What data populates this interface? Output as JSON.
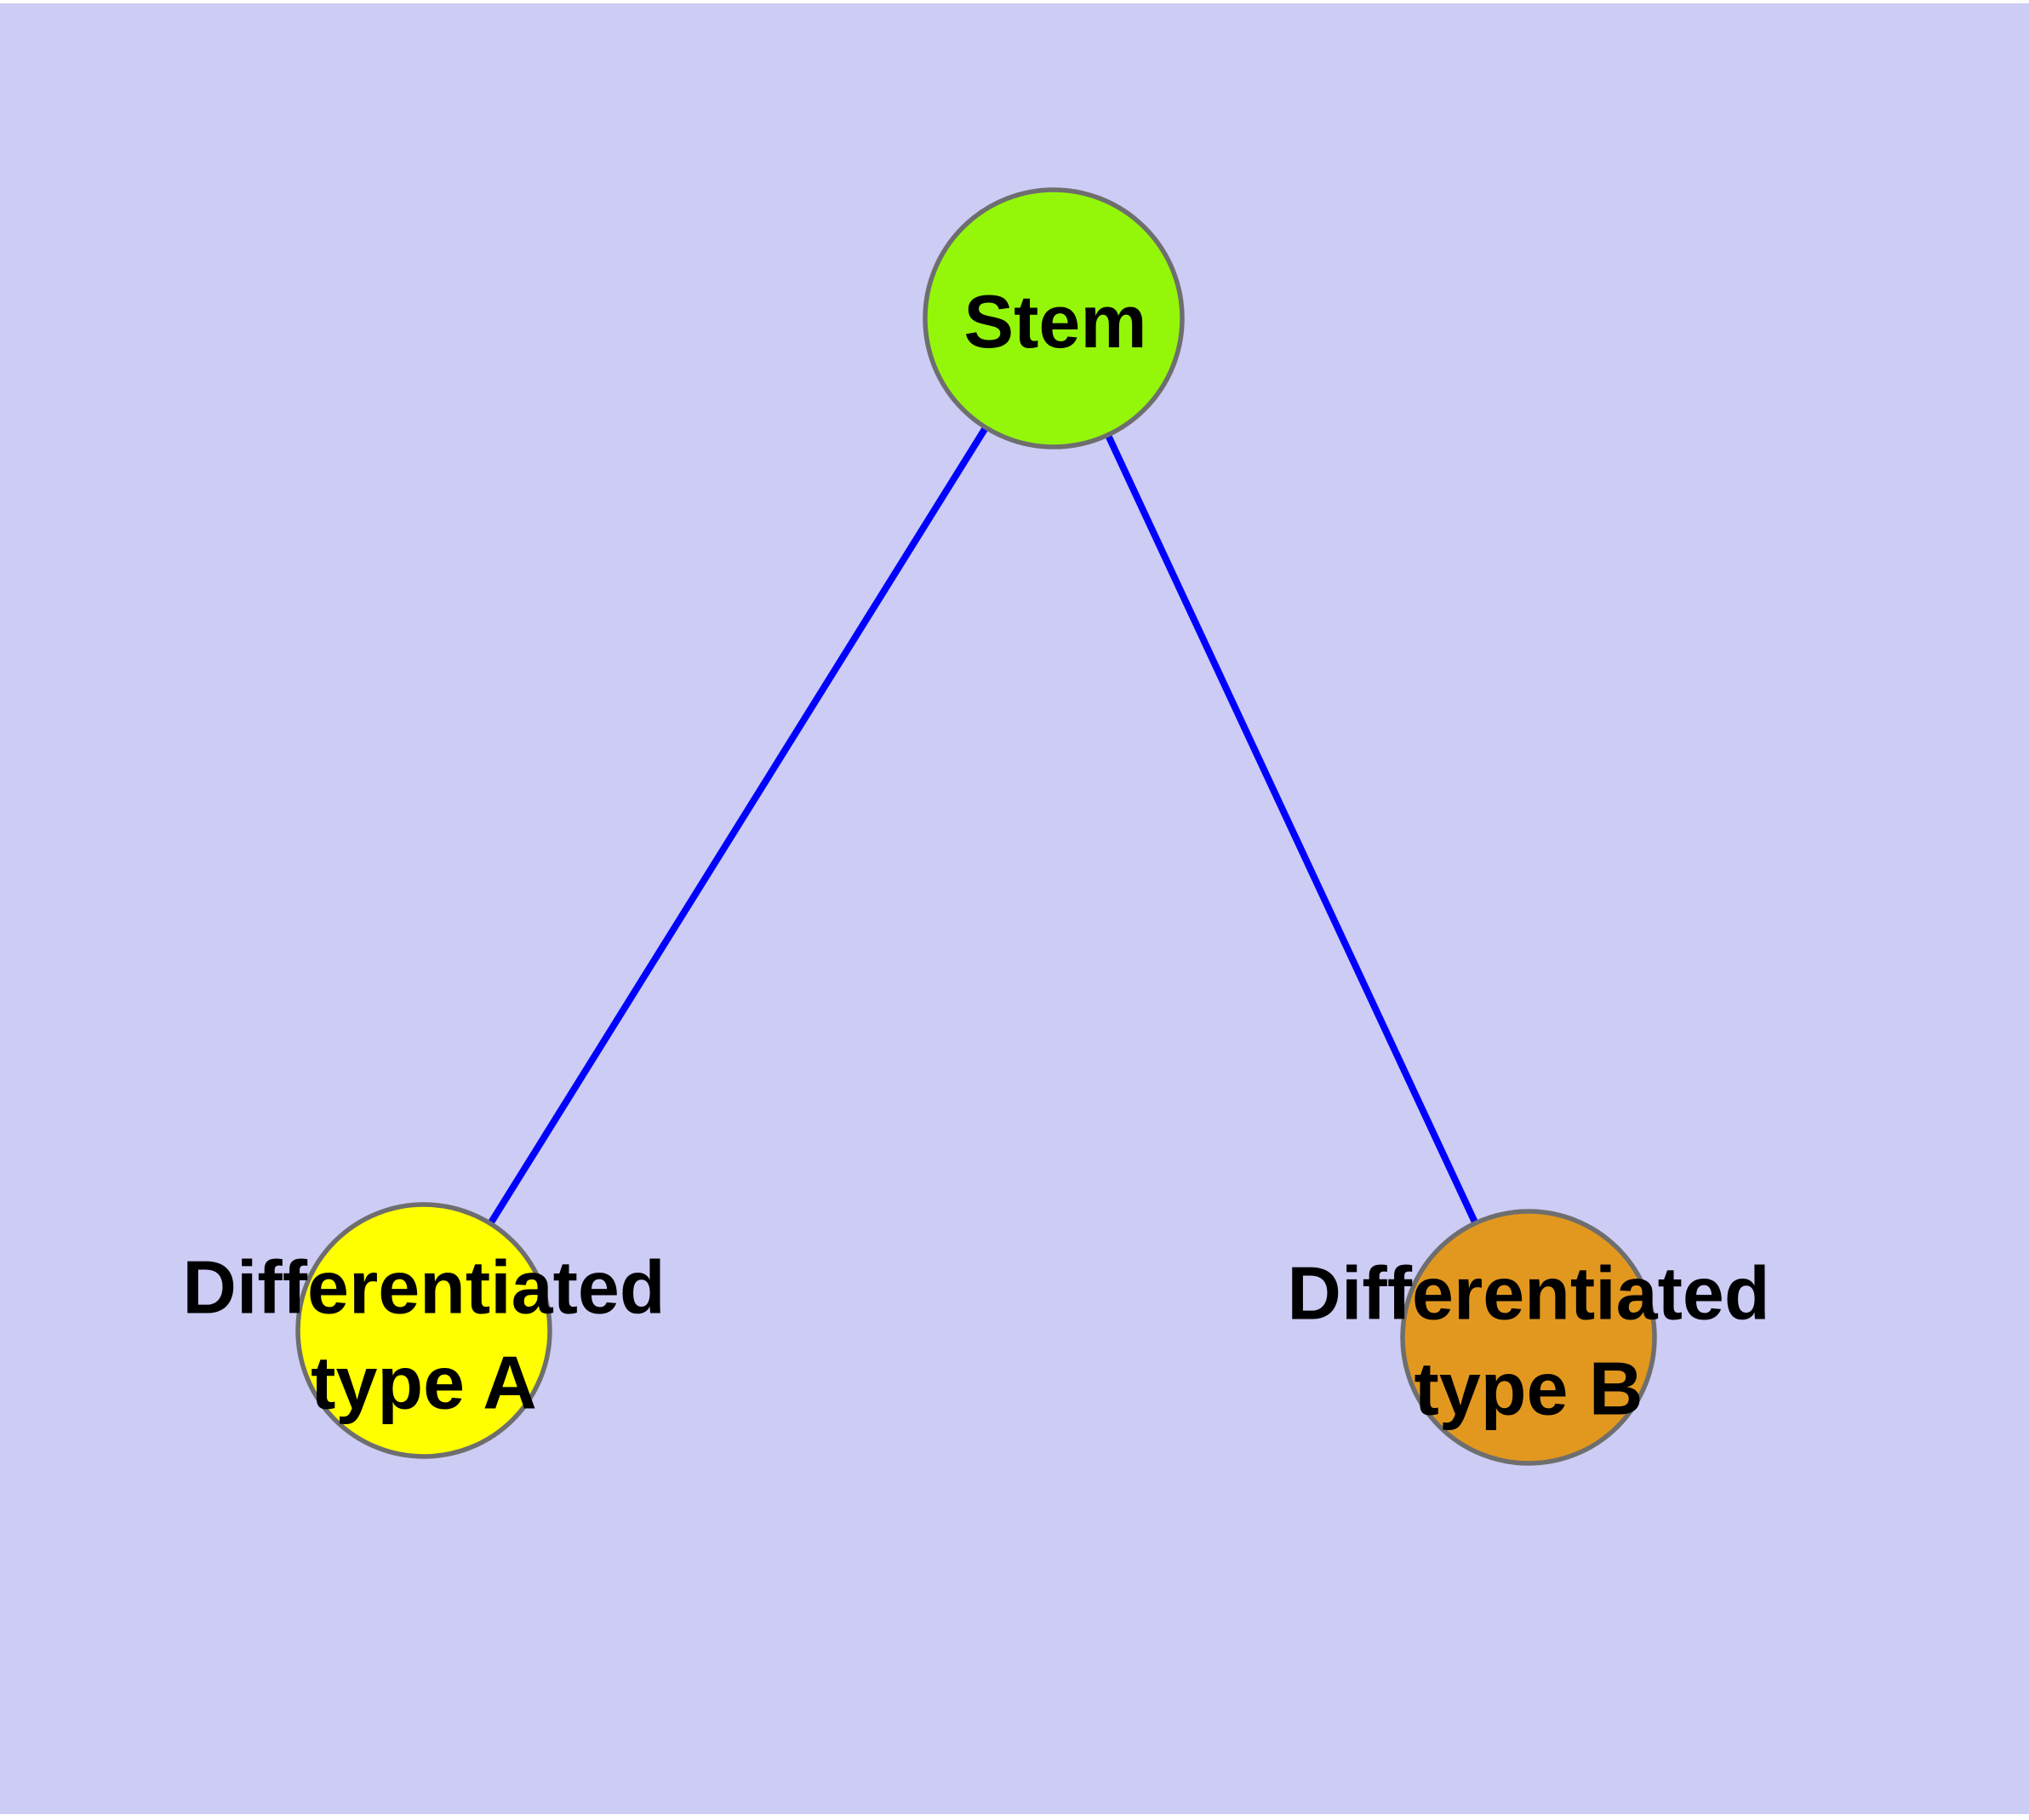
{
  "diagram": {
    "type": "graph",
    "description": "Cell differentiation lineage diagram: a stem cell node branching into two differentiated cell type nodes",
    "background_color": "#ccccf5",
    "margin_color": "#ffffff",
    "edge_color": "#0000ff",
    "node_border_color": "#6e6e6e",
    "text_color": "#000000",
    "nodes": [
      {
        "id": "stem",
        "label": "Stem",
        "fill": "#94f70a"
      },
      {
        "id": "type-a",
        "label": "Differentiated\ntype A",
        "fill": "#ffff00"
      },
      {
        "id": "type-b",
        "label": "Differentiated\ntype B",
        "fill": "#e2981f"
      }
    ],
    "edges": [
      {
        "from": "stem",
        "to": "type-a"
      },
      {
        "from": "stem",
        "to": "type-b"
      }
    ]
  }
}
